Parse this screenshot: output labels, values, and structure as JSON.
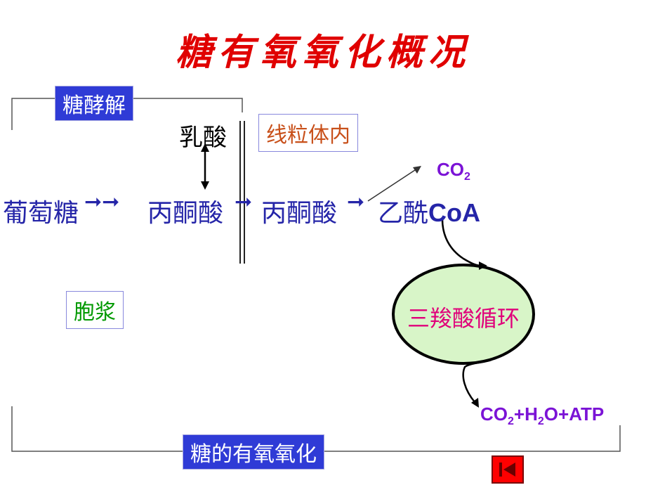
{
  "title": "糖有氧氧化概况",
  "labels": {
    "glycolysis": "糖酵解",
    "lactate": "乳酸",
    "mitochondria": "线粒体内",
    "cytoplasm": "胞浆",
    "aerobic_oxidation": "糖的有氧氧化",
    "tca_cycle": "三羧酸循环"
  },
  "flow": {
    "glucose": "葡萄糖",
    "pyruvate1": "丙酮酸",
    "pyruvate2": "丙酮酸",
    "acetyl": "乙酰",
    "coa": "CoA"
  },
  "products": {
    "co2_top": {
      "a": "CO",
      "sub": "2"
    },
    "final": {
      "a": "CO",
      "sub1": "2",
      "b": "+H",
      "sub2": "2",
      "c": "O+ATP"
    }
  },
  "colors": {
    "title": "#e00000",
    "label_box": "#2f3bd6",
    "flow_text": "#2525a8",
    "mitochondria_text": "#c8501a",
    "cytoplasm_text": "#009900",
    "products": "#7b13d6",
    "cycle_fill": "#d8f5c8",
    "cycle_text": "#e0007a",
    "back_button": "#ff0000"
  },
  "icons": [
    "back-to-start-icon"
  ]
}
